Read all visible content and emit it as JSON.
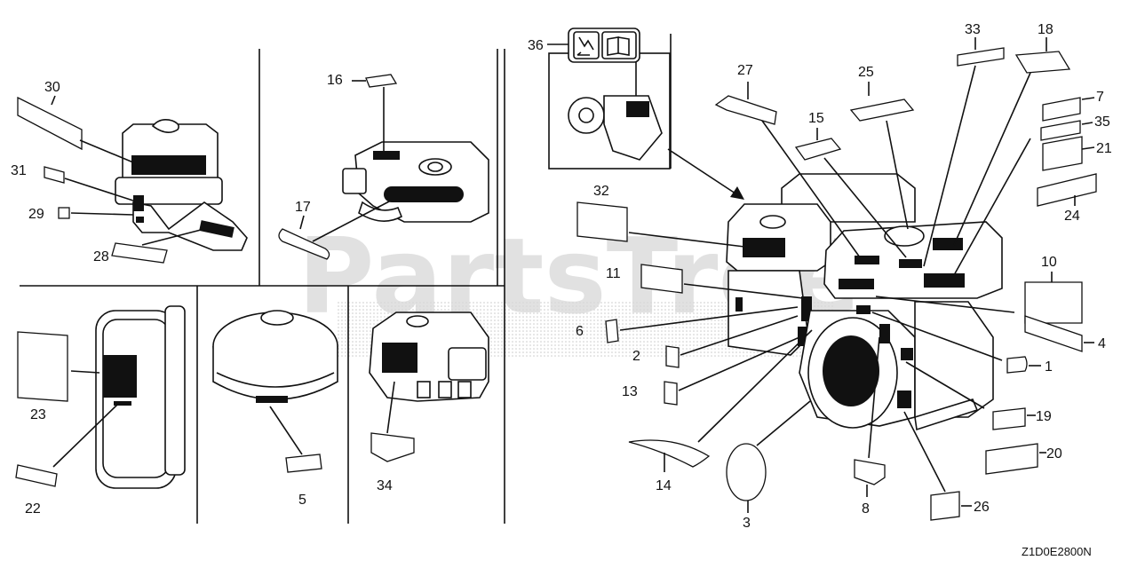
{
  "watermark": "PartsTree",
  "watermark_mark": "TM",
  "drawing_code": "Z1D0E2800N",
  "callouts": {
    "c1": "1",
    "c2": "2",
    "c3": "3",
    "c4": "4",
    "c5": "5",
    "c6": "6",
    "c7": "7",
    "c8": "8",
    "c10": "10",
    "c11": "11",
    "c13": "13",
    "c14": "14",
    "c15": "15",
    "c16": "16",
    "c17": "17",
    "c18": "18",
    "c19": "19",
    "c20": "20",
    "c21": "21",
    "c22": "22",
    "c23": "23",
    "c24": "24",
    "c25": "25",
    "c26": "26",
    "c27": "27",
    "c28": "28",
    "c29": "29",
    "c30": "30",
    "c31": "31",
    "c32": "32",
    "c33": "33",
    "c34": "34",
    "c35": "35",
    "c36": "36"
  },
  "icons": [
    "disconnect-plug-icon",
    "owners-manual-icon"
  ]
}
